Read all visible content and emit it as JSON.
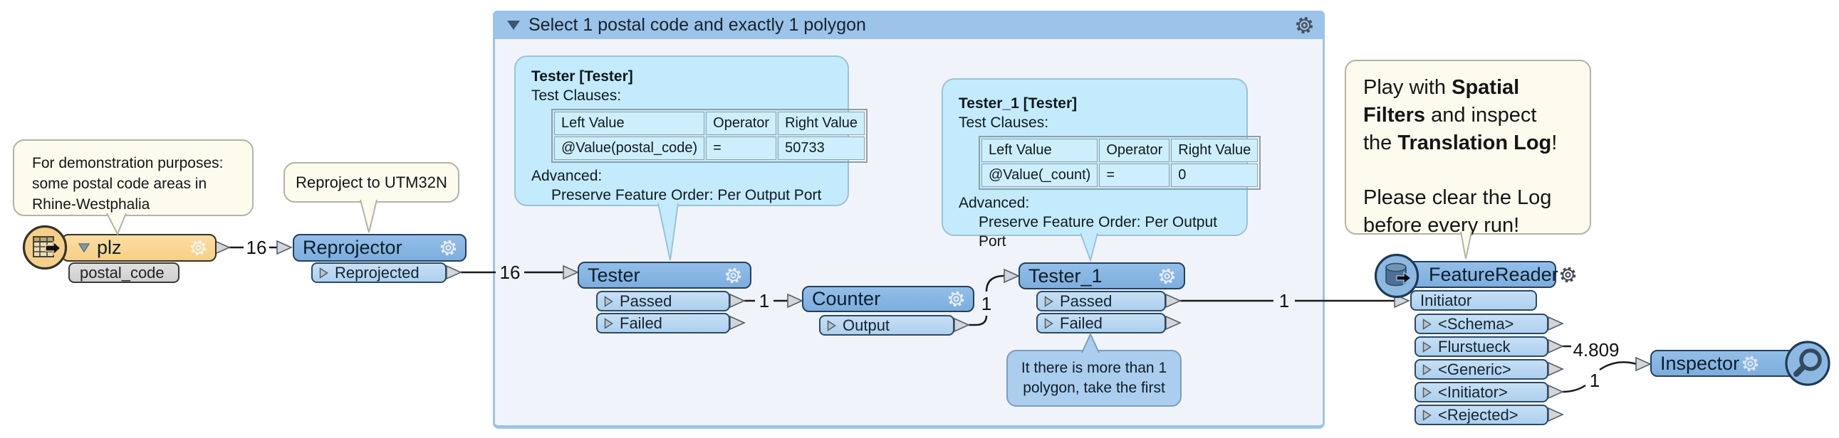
{
  "bookmark": {
    "title": "Select 1 postal code and exactly 1 polygon"
  },
  "annotations": {
    "demo_note": {
      "line1": "For demonstration purposes:",
      "line2": "some postal code areas in",
      "line3": "Rhine-Westphalia"
    },
    "reproject_note": {
      "text": "Reproject to UTM32N"
    },
    "polygon_note": {
      "line1": "It there is more than 1",
      "line2": "polygon, take the first"
    },
    "play_note": {
      "l1a": "Play with ",
      "l1b": "Spatial",
      "l2a": "Filters",
      "l2b": " and inspect",
      "l3a": "the ",
      "l3b": "Translation Log",
      "l3c": "!",
      "l4": "Please clear the Log",
      "l5": "before every run!"
    }
  },
  "nodes": {
    "plz": {
      "label": "plz",
      "sub_label": "postal_code"
    },
    "reprojector": {
      "label": "Reprojector",
      "ports": [
        {
          "label": "Reprojected"
        }
      ]
    },
    "tester": {
      "label": "Tester",
      "ports": [
        {
          "label": "Passed"
        },
        {
          "label": "Failed"
        }
      ]
    },
    "counter": {
      "label": "Counter",
      "ports": [
        {
          "label": "Output"
        }
      ]
    },
    "tester1": {
      "label": "Tester_1",
      "ports": [
        {
          "label": "Passed"
        },
        {
          "label": "Failed"
        }
      ]
    },
    "featurereader": {
      "label": "FeatureReader",
      "input_port": "Initiator",
      "ports": [
        "<Schema>",
        "Flurstueck",
        "<Generic>",
        "<Initiator>",
        "<Rejected>"
      ]
    },
    "inspector": {
      "label": "Inspector"
    }
  },
  "tooltips": {
    "tester": {
      "title": "Tester [Tester]",
      "clauses_label": "Test Clauses:",
      "table": {
        "headers": [
          "Left Value",
          "Operator",
          "Right Value"
        ],
        "rows": [
          [
            "@Value(postal_code)",
            "=",
            "50733"
          ]
        ]
      },
      "advanced_label": "Advanced:",
      "advanced_value": "Preserve Feature Order: Per Output Port"
    },
    "tester1": {
      "title": "Tester_1 [Tester]",
      "clauses_label": "Test Clauses:",
      "table": {
        "headers": [
          "Left Value",
          "Operator",
          "Right Value"
        ],
        "rows": [
          [
            "@Value(_count)",
            "=",
            "0"
          ]
        ]
      },
      "advanced_label": "Advanced:",
      "advanced_value": "Preserve Feature Order: Per Output Port"
    }
  },
  "connection_labels": {
    "plz_reprojector": "16",
    "reprojector_tester": "16",
    "tester_counter": "1",
    "counter_tester1": "1",
    "tester1_featurereader": "1",
    "flurstueck_inspector": "4.809",
    "initiator_inspector": "1"
  },
  "colors": {
    "node_blue": "#85b4e2",
    "port_blue": "#b7d6f1",
    "bookmark_header": "#9cc3e9",
    "bookmark_body": "#f0f4fa",
    "tooltip_cyan": "#c3ebfd",
    "note_cream": "#fcfbee",
    "note_blue": "#abceef",
    "source_orange": "#fad695",
    "wire_black": "#1a1a1a"
  }
}
